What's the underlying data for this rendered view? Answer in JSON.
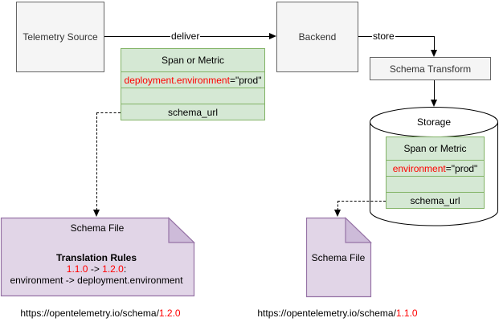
{
  "nodes": {
    "telemetry_source": "Telemetry Source",
    "backend": "Backend",
    "schema_transform": "Schema Transform",
    "storage": "Storage"
  },
  "edges": {
    "deliver": "deliver",
    "store": "store"
  },
  "record_in_flight": {
    "title": "Span or Metric",
    "attribute_key": "deployment.environment",
    "attribute_rest": "=\"prod\"",
    "schema_field": "schema_url"
  },
  "record_in_storage": {
    "title": "Span or Metric",
    "attribute_key": "environment",
    "attribute_rest": "=\"prod\"",
    "schema_field": "schema_url"
  },
  "schema_file_left": {
    "title": "Schema File",
    "rules_heading": "Translation Rules",
    "version_from": "1.1.0",
    "arrow_separator": " -> ",
    "version_to": "1.2.0",
    "colon": ":",
    "rule_line": "environment -> deployment.environment",
    "url_base": "https://opentelemetry.io/schema/",
    "url_version": "1.2.0"
  },
  "schema_file_right": {
    "title": "Schema File",
    "url_base": "https://opentelemetry.io/schema/",
    "url_version": "1.1.0"
  },
  "colors": {
    "node_fill": "#f5f5f5",
    "node_stroke": "#666666",
    "record_fill": "#d5e8d4",
    "record_stroke": "#82b366",
    "file_fill": "#e1d5e7",
    "file_fold_fill": "#cdbbd9",
    "file_stroke": "#9673a6",
    "highlight_text": "#ff0000",
    "line_color": "#000000"
  }
}
